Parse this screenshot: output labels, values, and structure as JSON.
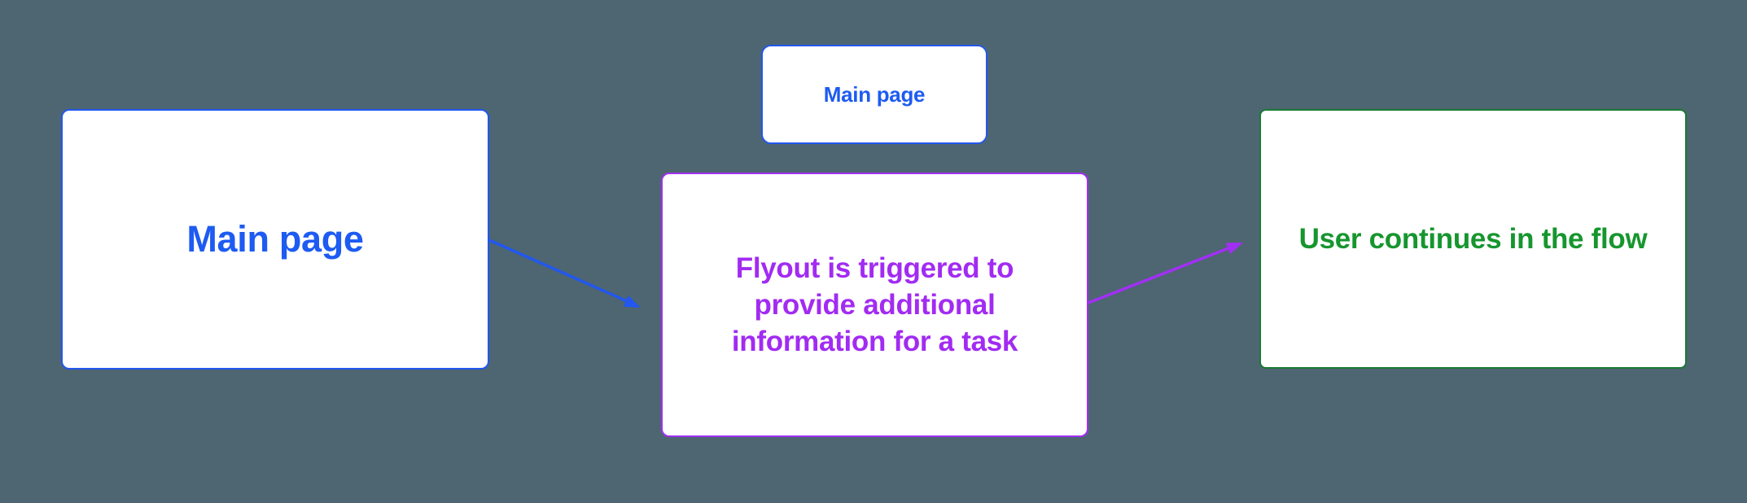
{
  "canvas": {
    "background": "#4D6671"
  },
  "colors": {
    "blue_border": "#2257F0",
    "blue_text": "#1D5BF2",
    "purple_border": "#A22FF5",
    "purple_text": "#A22BF2",
    "green_border": "#1A7A33",
    "green_text": "#16962E",
    "node_fill": "#FFFFFF"
  },
  "nodes": {
    "main_page_large": {
      "label": "Main page"
    },
    "main_page_small": {
      "label": "Main page"
    },
    "flyout": {
      "label": "Flyout is triggered to provide additional information for a task"
    },
    "user_flow": {
      "label": "User continues in the flow"
    }
  },
  "arrows": {
    "main_to_flyout": {
      "from": "main_page_large",
      "to": "flyout",
      "color": "#2257F0"
    },
    "flyout_to_user": {
      "from": "flyout",
      "to": "user_flow",
      "color": "#A22FF5"
    }
  }
}
